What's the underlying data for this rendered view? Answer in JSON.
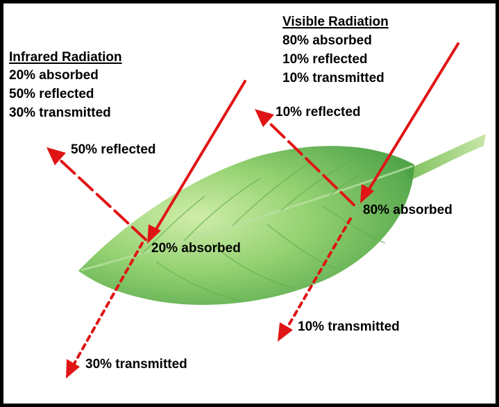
{
  "infrared": {
    "heading": "Infrared Radiation",
    "absorbed": "20% absorbed",
    "reflected": "50% reflected",
    "transmitted": "30% transmitted"
  },
  "visible": {
    "heading": "Visible Radiation",
    "absorbed": "80% absorbed",
    "reflected": "10% reflected",
    "transmitted": "10% transmitted"
  },
  "callouts": {
    "ir_reflected": "50% reflected",
    "ir_absorbed": "20% absorbed",
    "ir_transmitted": "30% transmitted",
    "vis_reflected": "10% reflected",
    "vis_absorbed": "80% absorbed",
    "vis_transmitted": "10% transmitted"
  },
  "colors": {
    "arrow": "#e01414",
    "leaf_light": "#b6e090",
    "leaf_dark": "#3f9a3c"
  }
}
